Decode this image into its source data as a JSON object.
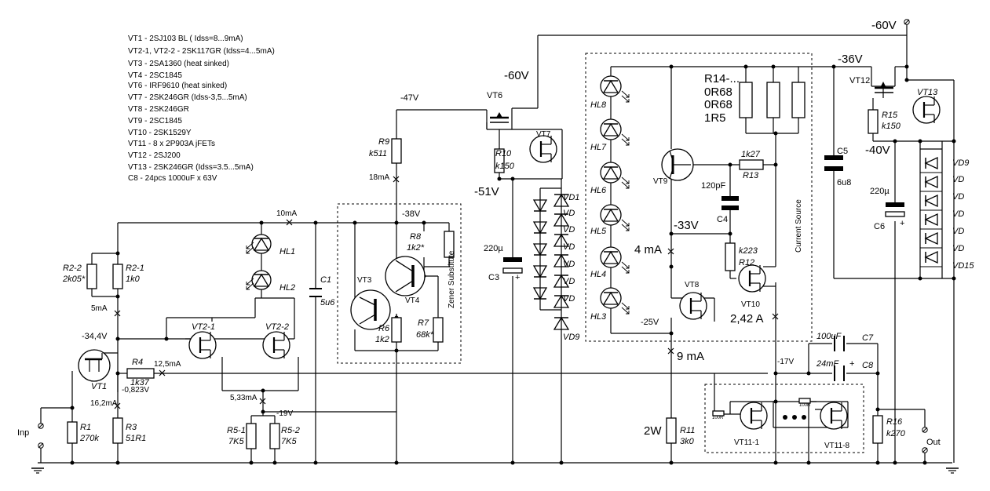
{
  "legend": [
    "VT1 - 2SJ103 BL  ( Idss=8...9mA)",
    "VT2-1, VT2-2 - 2SK117GR (Idss=4...5mA)",
    "VT3 - 2SA1360 (heat sinked)",
    "VT4 - 2SC1845",
    "VT6 - IRF9610 (heat sinked)",
    "VT7 - 2SK246GR (Idss-3,5...5mA)",
    "VT8 - 2SK246GR",
    "VT9 - 2SC1845",
    "VT10 - 2SK1529Y",
    "VT11 - 8 x 2P903A jFETs",
    "VT12 - 2SJ200",
    "VT13 - 2SK246GR (Idss=3.5...5mA)",
    "C8 - 24pcs 1000uF x 63V"
  ],
  "rails": {
    "v60_top": "-60V",
    "v60_mid": "-60V",
    "v47": "-47V",
    "v51": "-51V",
    "v38": "-38V",
    "v36": "-36V",
    "v40": "-40V",
    "v33": "-33V",
    "v25": "-25V",
    "v17": "-17V",
    "v19": "-19V",
    "v344": "-34,4V",
    "v0823": "-0,823V"
  },
  "currents": {
    "i10": "10mA",
    "i18": "18mA",
    "i5": "5mA",
    "i125": "12,5mA",
    "i162": "16,2mA",
    "i533": "5,33mA",
    "i4": "4 mA",
    "i9": "9 mA",
    "i242": "2,42 A"
  },
  "parts": {
    "r22_ref": "R2-2",
    "r22_val": "2k05*",
    "r21_ref": "R2-1",
    "r21_val": "1k0",
    "r1_ref": "R1",
    "r1_val": "270k",
    "r3_ref": "R3",
    "r3_val": "51R1",
    "r4_ref": "R4",
    "r4_val": "1k37",
    "r51_ref": "R5-1",
    "r51_val": "7K5",
    "r52_ref": "R5-2",
    "r52_val": "7K5",
    "r6_ref": "R6",
    "r6_val": "1k2",
    "r7_ref": "R7",
    "r7_val": "68k*",
    "r8_ref": "R8",
    "r8_val": "1k2*",
    "r9_ref": "R9",
    "r9_val": "k511",
    "r10_ref": "R10",
    "r10_val": "k150",
    "r11_ref": "R11",
    "r11_val": "3k0",
    "r11_pw": "2W",
    "r12_ref": "R12",
    "r12_val": "k223",
    "r13_ref": "R13",
    "r13_val": "1k27",
    "r14_ref": "R14-...",
    "r14_v1": "0R68",
    "r14_v2": "0R68",
    "r14_v3": "1R5",
    "r15_ref": "R15",
    "r15_val": "k150",
    "r16_ref": "R16",
    "r16_val": "k270",
    "r100a": "100R",
    "r100b": "100R",
    "c1_ref": "C1",
    "c1_val": "5u6",
    "c3_ref": "C3",
    "c3_val": "220µ",
    "c4_ref": "C4",
    "c4_val": "120pF",
    "c5_ref": "C5",
    "c5_val": "6u8",
    "c6_ref": "C6",
    "c6_val": "220µ",
    "c7_ref": "C7",
    "c7_val": "100uF",
    "c8_ref": "C8",
    "c8_val": "24mF",
    "plus": "+",
    "vt1": "VT1",
    "vt21": "VT2-1",
    "vt22": "VT2-2",
    "vt3": "VT3",
    "vt4": "VT4",
    "vt6": "VT6",
    "vt7": "VT7",
    "vt8": "VT8",
    "vt9": "VT9",
    "vt10": "VT10",
    "vt111": "VT11-1",
    "vt118": "VT11-8",
    "vt12": "VT12",
    "vt13": "VT13",
    "hl1": "HL1",
    "hl2": "HL2",
    "hl3": "HL3",
    "hl4": "HL4",
    "hl5": "HL5",
    "hl6": "HL6",
    "hl7": "HL7",
    "hl8": "HL8",
    "vd1": "VD1",
    "vd": "VD",
    "vd9": "VD9",
    "vd15": "VD15"
  },
  "notes": {
    "zener": "Zener Substitute",
    "current_source": "Current Source"
  },
  "io": {
    "inp": "Inp",
    "out": "Out"
  }
}
